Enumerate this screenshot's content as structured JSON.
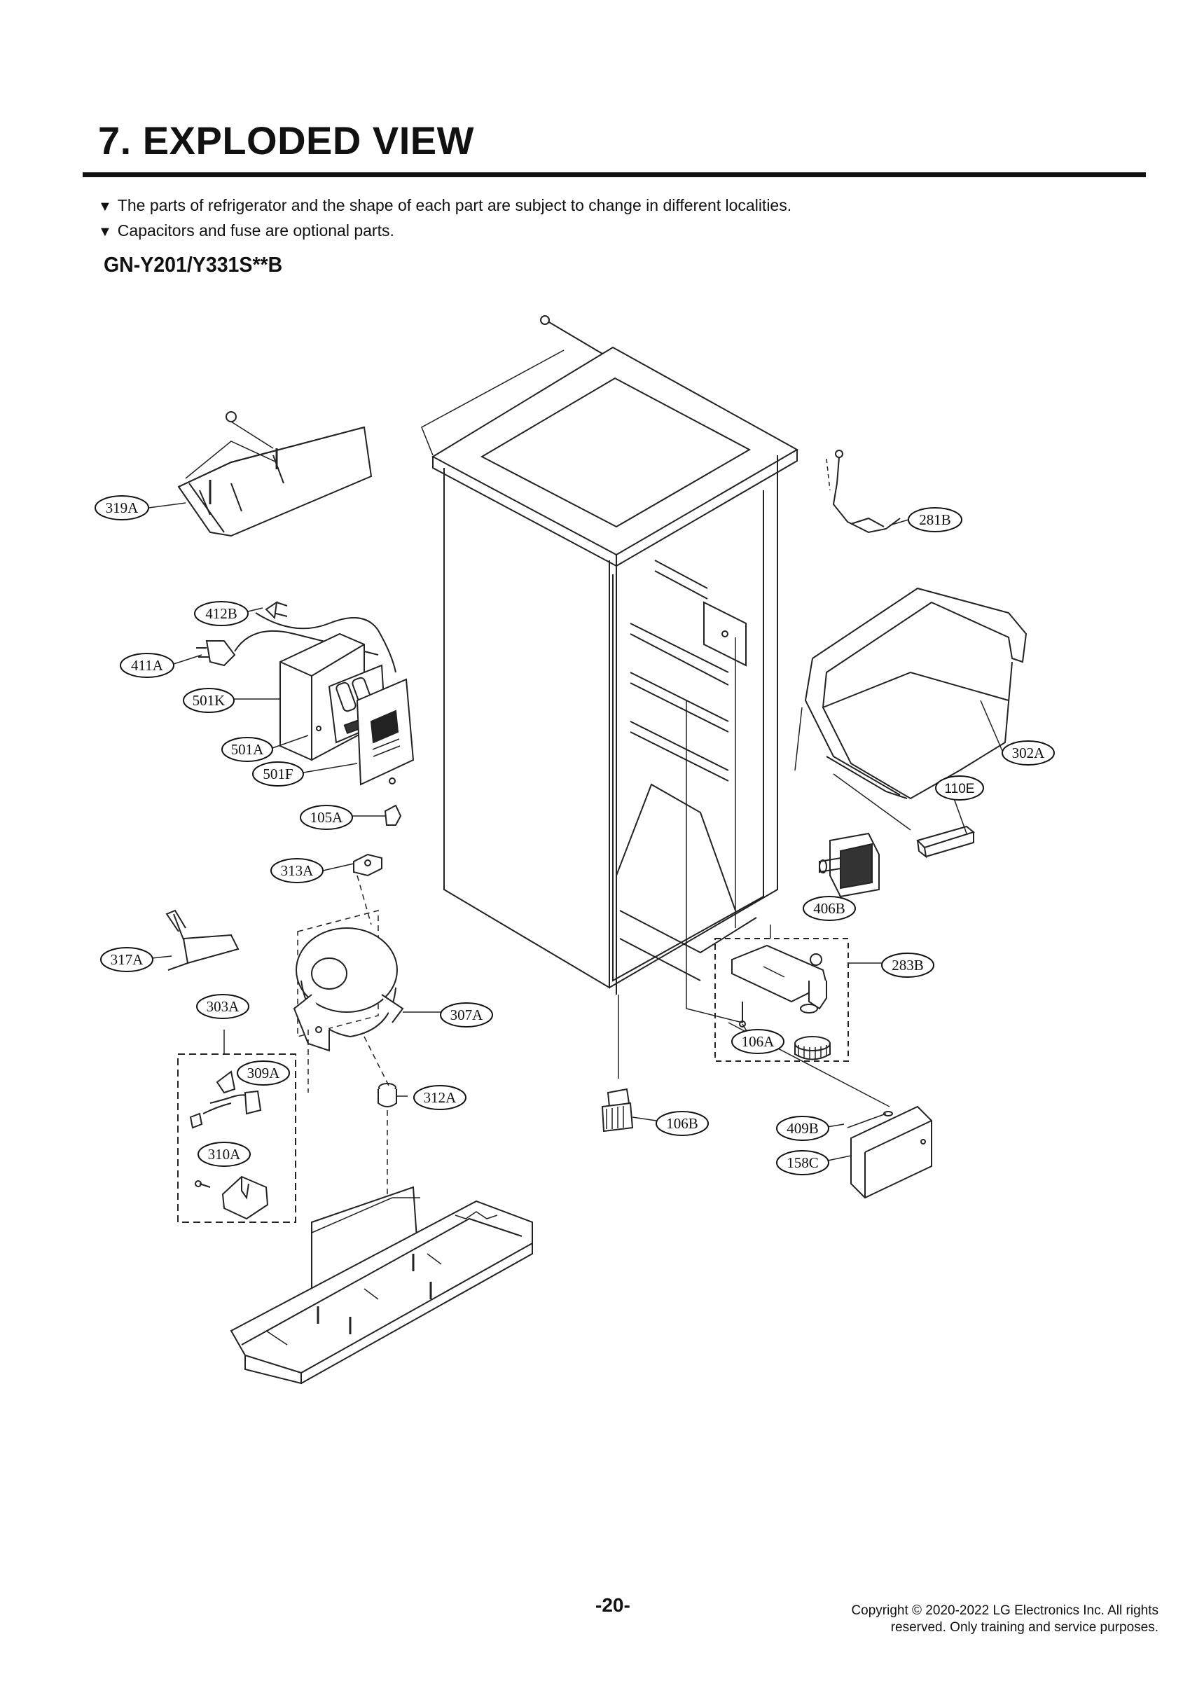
{
  "header": {
    "title": "7. EXPLODED VIEW",
    "notes": [
      "The parts of refrigerator and the shape of each part are subject to change in different localities.",
      "Capacitors and fuse are optional parts."
    ],
    "bullet": "▼",
    "model": "GN-Y201/Y331S**B"
  },
  "callouts": [
    "319A",
    "281B",
    "412B",
    "411A",
    "501K",
    "501A",
    "501F",
    "105A",
    "313A",
    "317A",
    "303A",
    "307A",
    "309A",
    "312A",
    "310A",
    "302A",
    "110E",
    "406B",
    "283B",
    "106A",
    "106B",
    "409B",
    "158C"
  ],
  "footer": {
    "page": "-20-",
    "copyright_line1": "Copyright © 2020-2022 LG Electronics Inc. All rights",
    "copyright_line2": "reserved. Only training and service purposes."
  }
}
